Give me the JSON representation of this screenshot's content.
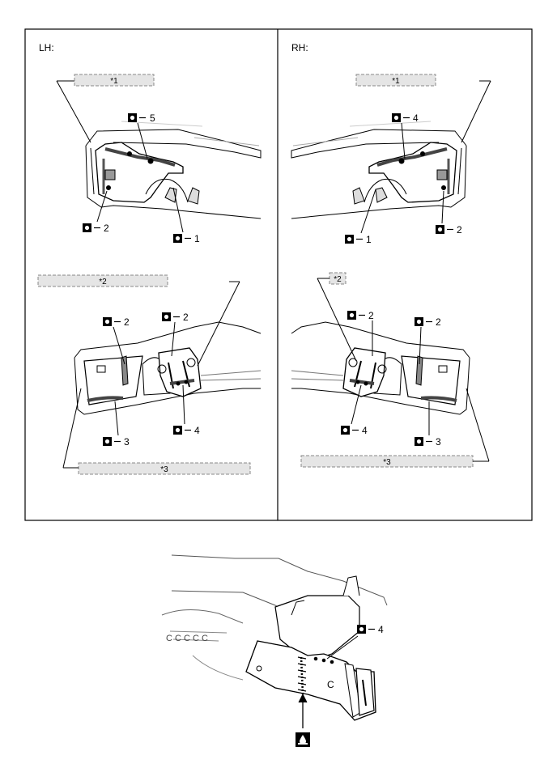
{
  "panels": {
    "lh": {
      "label": "LH:"
    },
    "rh": {
      "label": "RH:"
    }
  },
  "callouts": {
    "c1": "*1",
    "c2": "*2",
    "c3": "*3"
  },
  "points": {
    "lh_top_5": "5",
    "lh_top_2": "2",
    "lh_top_1": "1",
    "rh_top_4": "4",
    "rh_top_1": "1",
    "rh_top_2": "2",
    "lh_bot_2a": "2",
    "lh_bot_2b": "2",
    "lh_bot_3": "3",
    "lh_bot_4": "4",
    "rh_bot_2a": "2",
    "rh_bot_2b": "2",
    "rh_bot_4": "4",
    "rh_bot_3": "3",
    "detail_4": "4"
  },
  "icons": {
    "point_marker": "spot-weld-point-icon",
    "sealer": "sealer-application-icon"
  }
}
